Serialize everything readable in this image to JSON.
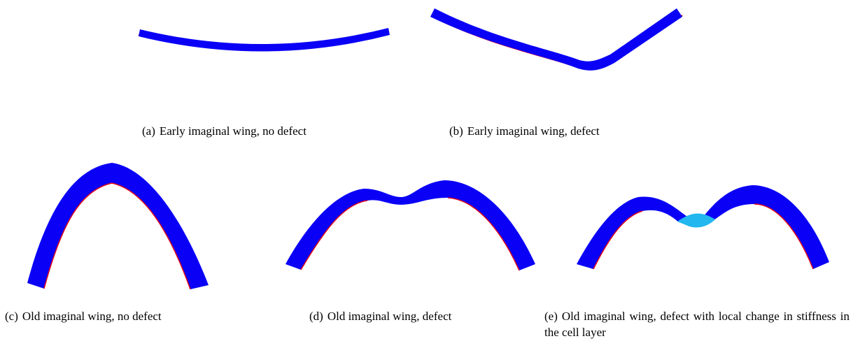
{
  "figure": {
    "colors": {
      "shell": "#0a00f5",
      "edge": "#e0001a",
      "stiff_patch": "#22b7ef"
    },
    "panels": [
      {
        "tag": "(a)",
        "caption": "Early imaginal wing, no defect"
      },
      {
        "tag": "(b)",
        "caption": "Early imaginal wing, defect"
      },
      {
        "tag": "(c)",
        "caption": "Old imaginal wing, no defect"
      },
      {
        "tag": "(d)",
        "caption": "Old imaginal wing, defect"
      },
      {
        "tag": "(e)",
        "caption": "Old imaginal wing, defect with local change in stiffness in the cell layer"
      }
    ]
  }
}
